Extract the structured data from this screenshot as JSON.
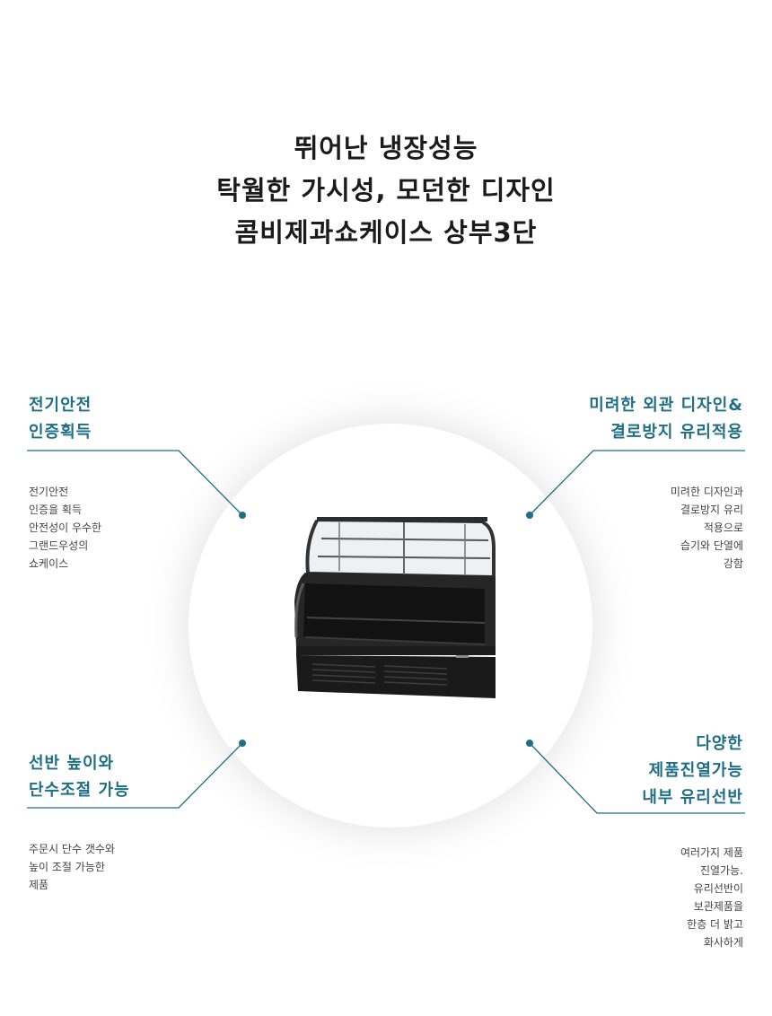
{
  "headline": {
    "lines": [
      "뛰어난 냉장성능",
      "탁월한 가시성, 모던한 디자인",
      "콤비제과쇼케이스 상부3단"
    ]
  },
  "colors": {
    "accent": "#1e6f86",
    "text": "#333333"
  },
  "features": {
    "top_left": {
      "title": [
        "전기안전",
        "인증획득"
      ],
      "desc": [
        "전기안전",
        "인증을 획득",
        "안전성이 우수한",
        "그랜드우성의",
        "쇼케이스"
      ]
    },
    "top_right": {
      "title": [
        "미려한 외관 디자인&",
        "결로방지 유리적용"
      ],
      "desc": [
        "미려한 디자인과",
        "결로방지 유리",
        "적용으로",
        "습기와 단열에",
        "강함"
      ]
    },
    "bottom_left": {
      "title": [
        "선반 높이와",
        "단수조절 가능"
      ],
      "desc": [
        "주문시 단수 갯수와",
        "높이 조절 가능한",
        "제품"
      ]
    },
    "bottom_right": {
      "title": [
        "다양한",
        "제품진열가능",
        "내부 유리선반"
      ],
      "desc": [
        "여러가지 제품",
        "진열가능.",
        "유리선반이",
        "보관제품을",
        "한층 더 밝고",
        "화사하게"
      ]
    }
  },
  "product": {
    "icon": "display-showcase-image"
  }
}
